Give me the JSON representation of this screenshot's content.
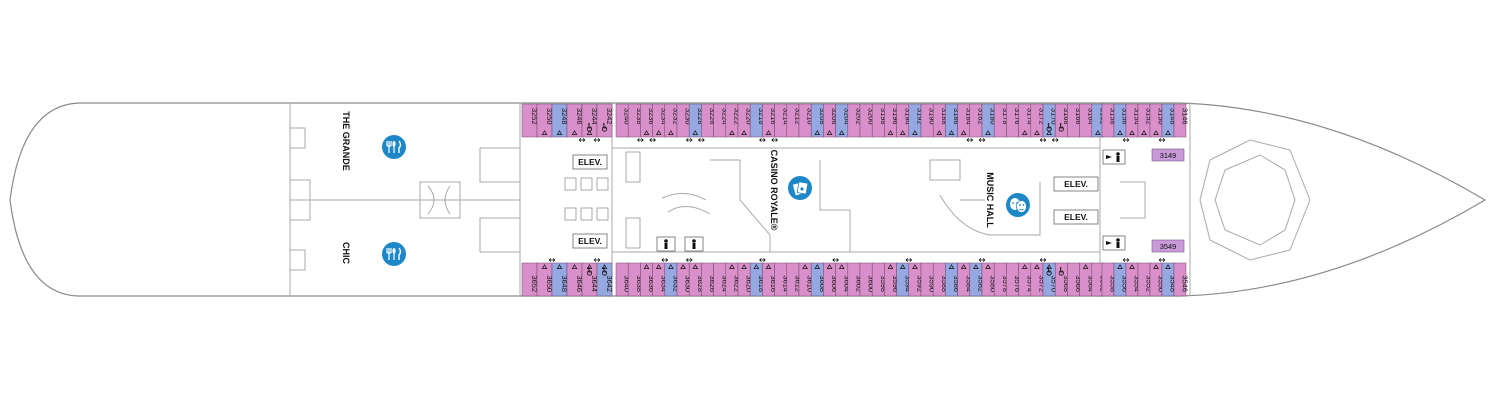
{
  "colors": {
    "pink": "#d98fc9",
    "blue": "#95a8e2",
    "purple": "#c99ad8",
    "icon_blue": "#1d87c7",
    "hull_stroke": "#8a8a8a",
    "wall_stroke": "#a9a9a9"
  },
  "venues": {
    "the_grande": "THE GRANDE",
    "chic": "CHIC",
    "casino_royale": "CASINO ROYALE®",
    "music_hall": "MUSIC HALL"
  },
  "icons": {
    "dining": "dining-icon",
    "casino": "casino-icon",
    "theater": "theater-masks-icon",
    "restroom": "restroom-icon",
    "accessible": "wheelchair-icon",
    "connecting": "connecting-arrow-icon",
    "sofa_bed": "triangle-icon"
  },
  "elevators": [
    "ELEV.",
    "ELEV.",
    "ELEV.",
    "ELEV."
  ],
  "cabins": {
    "top": [
      {
        "n": "3252",
        "c": "pink"
      },
      {
        "n": "3250",
        "c": "pink",
        "t": true
      },
      {
        "n": "3248",
        "c": "blue",
        "t": true
      },
      {
        "n": "3246",
        "c": "pink",
        "t": true,
        "l": true
      },
      {
        "n": "3244",
        "c": "pink",
        "t": true,
        "l": true,
        "a": true
      },
      {
        "n": "3242",
        "c": "pink",
        "a": true
      },
      {
        "n": "3240",
        "c": "pink"
      },
      {
        "n": "3238",
        "c": "pink",
        "l": true
      },
      {
        "n": "3236",
        "c": "pink",
        "t": true,
        "l": true
      },
      {
        "n": "3234",
        "c": "pink",
        "t": true
      },
      {
        "n": "3232",
        "c": "pink",
        "t": true
      },
      {
        "n": "3230",
        "c": "pink",
        "l": true
      },
      {
        "n": "3228",
        "c": "blue",
        "t": true,
        "l": true
      },
      {
        "n": "3226",
        "c": "pink"
      },
      {
        "n": "3224",
        "c": "pink"
      },
      {
        "n": "3222",
        "c": "pink",
        "t": true
      },
      {
        "n": "3220",
        "c": "pink",
        "t": true
      },
      {
        "n": "3218",
        "c": "blue",
        "l": true
      },
      {
        "n": "3216",
        "c": "pink",
        "t": true,
        "l": true
      },
      {
        "n": "3214",
        "c": "pink"
      },
      {
        "n": "3212",
        "c": "pink"
      },
      {
        "n": "3210",
        "c": "pink"
      },
      {
        "n": "3208",
        "c": "blue",
        "t": true
      },
      {
        "n": "3206",
        "c": "pink",
        "t": true
      },
      {
        "n": "3204",
        "c": "blue",
        "t": true
      },
      {
        "n": "3202",
        "c": "pink"
      },
      {
        "n": "3200",
        "c": "pink"
      },
      {
        "n": "3198",
        "c": "pink"
      },
      {
        "n": "3196",
        "c": "pink",
        "t": true
      },
      {
        "n": "3194",
        "c": "pink",
        "t": true
      },
      {
        "n": "3192",
        "c": "blue",
        "t": true
      },
      {
        "n": "3190",
        "c": "pink"
      },
      {
        "n": "3188",
        "c": "pink",
        "t": true
      },
      {
        "n": "3186",
        "c": "blue",
        "t": true
      },
      {
        "n": "3184",
        "c": "pink",
        "t": true,
        "l": true
      },
      {
        "n": "3182",
        "c": "pink",
        "l": true
      },
      {
        "n": "3180",
        "c": "blue",
        "t": true
      },
      {
        "n": "3178",
        "c": "pink"
      },
      {
        "n": "3176",
        "c": "pink"
      },
      {
        "n": "3174",
        "c": "pink",
        "t": true
      },
      {
        "n": "3172",
        "c": "pink",
        "t": true,
        "l": true
      },
      {
        "n": "3170",
        "c": "blue",
        "t": true,
        "l": true,
        "a": true
      },
      {
        "n": "3168",
        "c": "pink",
        "a": true
      },
      {
        "n": "3166",
        "c": "pink"
      },
      {
        "n": "3164",
        "c": "pink"
      },
      {
        "n": "3162",
        "c": "blue",
        "t": true
      },
      {
        "n": "3158",
        "c": "pink"
      },
      {
        "n": "3156",
        "c": "blue",
        "t": true,
        "l": true
      },
      {
        "n": "3154",
        "c": "pink",
        "t": true
      },
      {
        "n": "3152",
        "c": "pink",
        "t": true
      },
      {
        "n": "3150",
        "c": "pink",
        "t": true,
        "l": true
      },
      {
        "n": "3148",
        "c": "blue",
        "t": true
      },
      {
        "n": "3146",
        "c": "pink"
      }
    ],
    "bottom": [
      {
        "n": "3652",
        "c": "pink"
      },
      {
        "n": "3650",
        "c": "pink",
        "t": true,
        "l": true
      },
      {
        "n": "3648",
        "c": "blue",
        "t": true
      },
      {
        "n": "3646",
        "c": "pink",
        "t": true
      },
      {
        "n": "3644",
        "c": "pink",
        "t": true,
        "l": true,
        "a": true
      },
      {
        "n": "3642",
        "c": "blue",
        "t": true,
        "a": true
      },
      {
        "n": "3640",
        "c": "pink"
      },
      {
        "n": "3638",
        "c": "pink"
      },
      {
        "n": "3636",
        "c": "pink",
        "t": true
      },
      {
        "n": "3634",
        "c": "pink",
        "t": true,
        "l": true
      },
      {
        "n": "3632",
        "c": "blue",
        "t": true
      },
      {
        "n": "3630",
        "c": "pink",
        "t": true,
        "l": true
      },
      {
        "n": "3628",
        "c": "pink",
        "t": true
      },
      {
        "n": "3626",
        "c": "pink"
      },
      {
        "n": "3624",
        "c": "pink"
      },
      {
        "n": "3622",
        "c": "pink",
        "t": true
      },
      {
        "n": "3620",
        "c": "pink",
        "t": true
      },
      {
        "n": "3618",
        "c": "blue",
        "t": true,
        "l": true
      },
      {
        "n": "3616",
        "c": "pink",
        "t": true
      },
      {
        "n": "3614",
        "c": "pink"
      },
      {
        "n": "3612",
        "c": "pink"
      },
      {
        "n": "3610",
        "c": "pink",
        "t": true
      },
      {
        "n": "3608",
        "c": "blue",
        "t": true
      },
      {
        "n": "3606",
        "c": "pink",
        "t": true,
        "l": true
      },
      {
        "n": "3604",
        "c": "pink",
        "t": true
      },
      {
        "n": "3602",
        "c": "pink"
      },
      {
        "n": "3600",
        "c": "pink"
      },
      {
        "n": "3598",
        "c": "pink"
      },
      {
        "n": "3596",
        "c": "pink",
        "t": true
      },
      {
        "n": "3594",
        "c": "blue",
        "t": true,
        "l": true
      },
      {
        "n": "3592",
        "c": "pink",
        "t": true
      },
      {
        "n": "3590",
        "c": "pink"
      },
      {
        "n": "3588",
        "c": "pink"
      },
      {
        "n": "3586",
        "c": "blue",
        "t": true
      },
      {
        "n": "3584",
        "c": "pink",
        "t": true
      },
      {
        "n": "3582",
        "c": "blue",
        "t": true,
        "l": true
      },
      {
        "n": "3580",
        "c": "pink",
        "t": true
      },
      {
        "n": "3578",
        "c": "pink"
      },
      {
        "n": "3576",
        "c": "pink"
      },
      {
        "n": "3574",
        "c": "pink",
        "t": true
      },
      {
        "n": "3572",
        "c": "pink",
        "t": true,
        "l": true
      },
      {
        "n": "3570",
        "c": "blue",
        "t": true,
        "a": true
      },
      {
        "n": "3568",
        "c": "pink",
        "a": true
      },
      {
        "n": "3566",
        "c": "pink"
      },
      {
        "n": "3564",
        "c": "pink",
        "t": true
      },
      {
        "n": "3562",
        "c": "pink"
      },
      {
        "n": "3558",
        "c": "pink"
      },
      {
        "n": "3556",
        "c": "blue",
        "t": true,
        "l": true
      },
      {
        "n": "3554",
        "c": "pink",
        "t": true
      },
      {
        "n": "3552",
        "c": "pink"
      },
      {
        "n": "3550",
        "c": "pink",
        "t": true,
        "l": true
      },
      {
        "n": "3548",
        "c": "blue",
        "t": true
      },
      {
        "n": "3546",
        "c": "pink"
      }
    ],
    "side": [
      {
        "n": "3149",
        "c": "purple"
      },
      {
        "n": "3549",
        "c": "purple"
      }
    ]
  }
}
